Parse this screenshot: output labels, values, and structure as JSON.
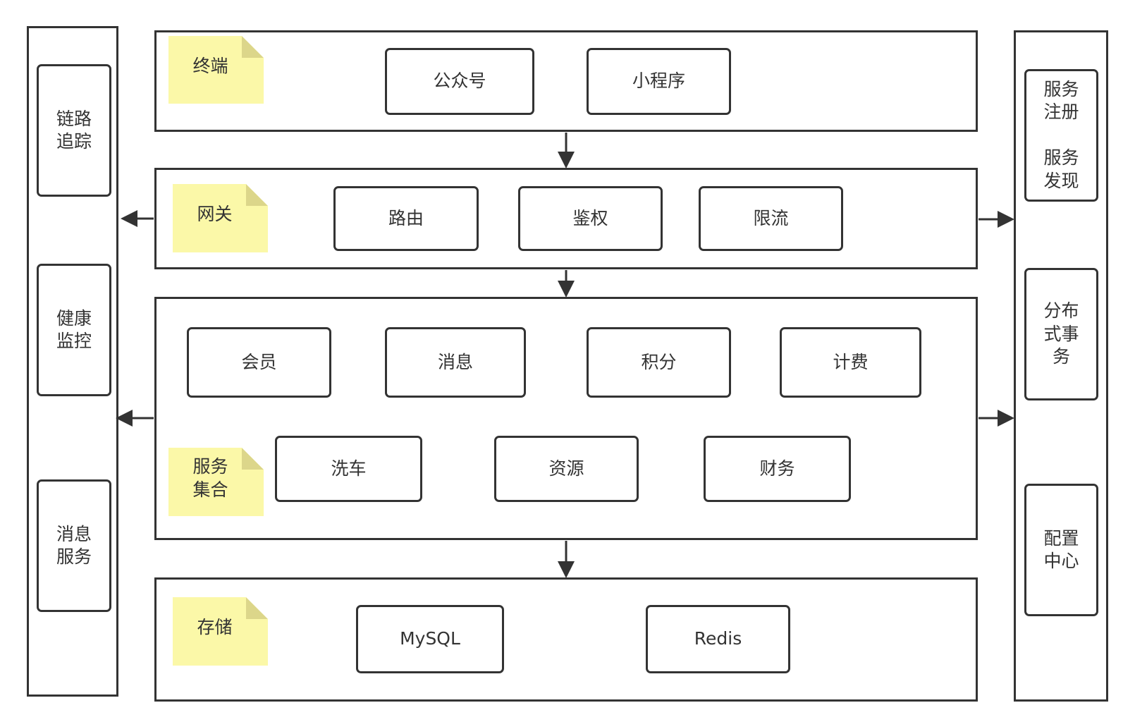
{
  "colors": {
    "line": "#333333",
    "note": "#fbf8a8",
    "background": "#ffffff"
  },
  "left_column": {
    "items": [
      {
        "label": "链路\n追踪"
      },
      {
        "label": "健康\n监控"
      },
      {
        "label": "消息\n服务"
      }
    ]
  },
  "right_column": {
    "items": [
      {
        "label": "服务\n注册\n\n服务\n发现"
      },
      {
        "label": "分布\n式事\n务"
      },
      {
        "label": "配置\n中心"
      }
    ]
  },
  "layers": {
    "terminal": {
      "note": "终端",
      "items": [
        "公众号",
        "小程序"
      ]
    },
    "gateway": {
      "note": "网关",
      "items": [
        "路由",
        "鉴权",
        "限流"
      ]
    },
    "services": {
      "note": "服务\n集合",
      "row1": [
        "会员",
        "消息",
        "积分",
        "计费"
      ],
      "row2": [
        "洗车",
        "资源",
        "财务"
      ]
    },
    "storage": {
      "note": "存储",
      "items": [
        "MySQL",
        "Redis"
      ]
    }
  }
}
